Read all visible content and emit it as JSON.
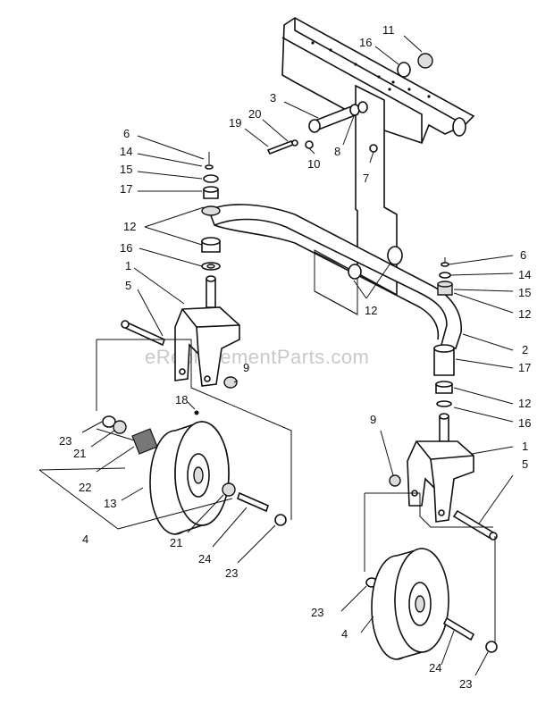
{
  "watermark": "eReplacementParts.com",
  "labels": [
    {
      "id": "l11a",
      "text": "11"
    },
    {
      "id": "l16a",
      "text": "16"
    },
    {
      "id": "l3",
      "text": "3"
    },
    {
      "id": "l20",
      "text": "20"
    },
    {
      "id": "l19",
      "text": "19"
    },
    {
      "id": "l8",
      "text": "8"
    },
    {
      "id": "l10",
      "text": "10"
    },
    {
      "id": "l7",
      "text": "7"
    },
    {
      "id": "l6a",
      "text": "6"
    },
    {
      "id": "l14a",
      "text": "14"
    },
    {
      "id": "l15a",
      "text": "15"
    },
    {
      "id": "l17a",
      "text": "17"
    },
    {
      "id": "l12a",
      "text": "12"
    },
    {
      "id": "l16b",
      "text": "16"
    },
    {
      "id": "l1a",
      "text": "1"
    },
    {
      "id": "l5a",
      "text": "5"
    },
    {
      "id": "l9a",
      "text": "9"
    },
    {
      "id": "l18",
      "text": "18"
    },
    {
      "id": "l23a",
      "text": "23"
    },
    {
      "id": "l21a",
      "text": "21"
    },
    {
      "id": "l22",
      "text": "22"
    },
    {
      "id": "l13",
      "text": "13"
    },
    {
      "id": "l4a",
      "text": "4"
    },
    {
      "id": "l21b",
      "text": "21"
    },
    {
      "id": "l24a",
      "text": "24"
    },
    {
      "id": "l23b",
      "text": "23"
    },
    {
      "id": "l12b",
      "text": "12"
    },
    {
      "id": "l6b",
      "text": "6"
    },
    {
      "id": "l14b",
      "text": "14"
    },
    {
      "id": "l15b",
      "text": "15"
    },
    {
      "id": "l12c",
      "text": "12"
    },
    {
      "id": "l2",
      "text": "2"
    },
    {
      "id": "l17b",
      "text": "17"
    },
    {
      "id": "l12d",
      "text": "12"
    },
    {
      "id": "l16c",
      "text": "16"
    },
    {
      "id": "l9b",
      "text": "9"
    },
    {
      "id": "l1b",
      "text": "1"
    },
    {
      "id": "l5b",
      "text": "5"
    },
    {
      "id": "l23c",
      "text": "23"
    },
    {
      "id": "l4b",
      "text": "4"
    },
    {
      "id": "l24b",
      "text": "24"
    },
    {
      "id": "l23d",
      "text": "23"
    }
  ]
}
